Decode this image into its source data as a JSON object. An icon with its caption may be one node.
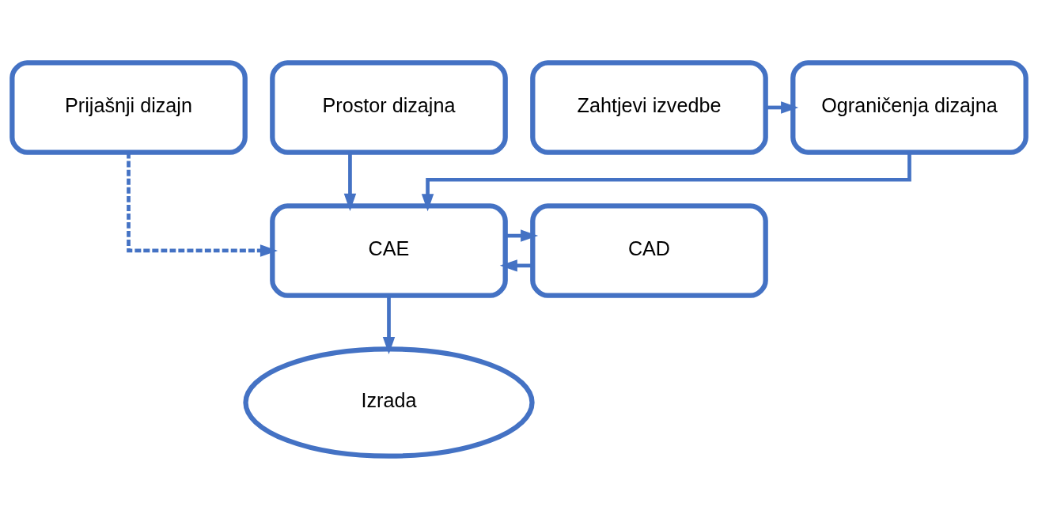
{
  "diagram": {
    "nodes": [
      {
        "text": [
          "Prijašnji dizajn"
        ]
      },
      {
        "text": [
          "Prostor dizajna"
        ]
      },
      {
        "text": [
          "Ograničenja dizajna"
        ]
      },
      {
        "text": [
          "Zahtjevi izvedbe"
        ]
      },
      {
        "text": [
          "CAE"
        ]
      },
      {
        "text": [
          "CAD"
        ]
      },
      {
        "text": [
          "Izrada"
        ]
      }
    ],
    "edges": [
      {
        "from": 0,
        "to": 4,
        "arrow": "to",
        "style": "dashed"
      },
      {
        "from": 1,
        "to": 4,
        "arrow": "to"
      },
      {
        "from": 2,
        "to": 4,
        "arrow": "to"
      },
      {
        "from": 3,
        "to": 2,
        "arrow": "to"
      },
      {
        "from": 5,
        "to": 4,
        "arrow": "to"
      },
      {
        "from": 4,
        "to": 6,
        "arrow": "to"
      },
      {
        "from": 4,
        "to": 5,
        "arrow": "to"
      }
    ]
  }
}
